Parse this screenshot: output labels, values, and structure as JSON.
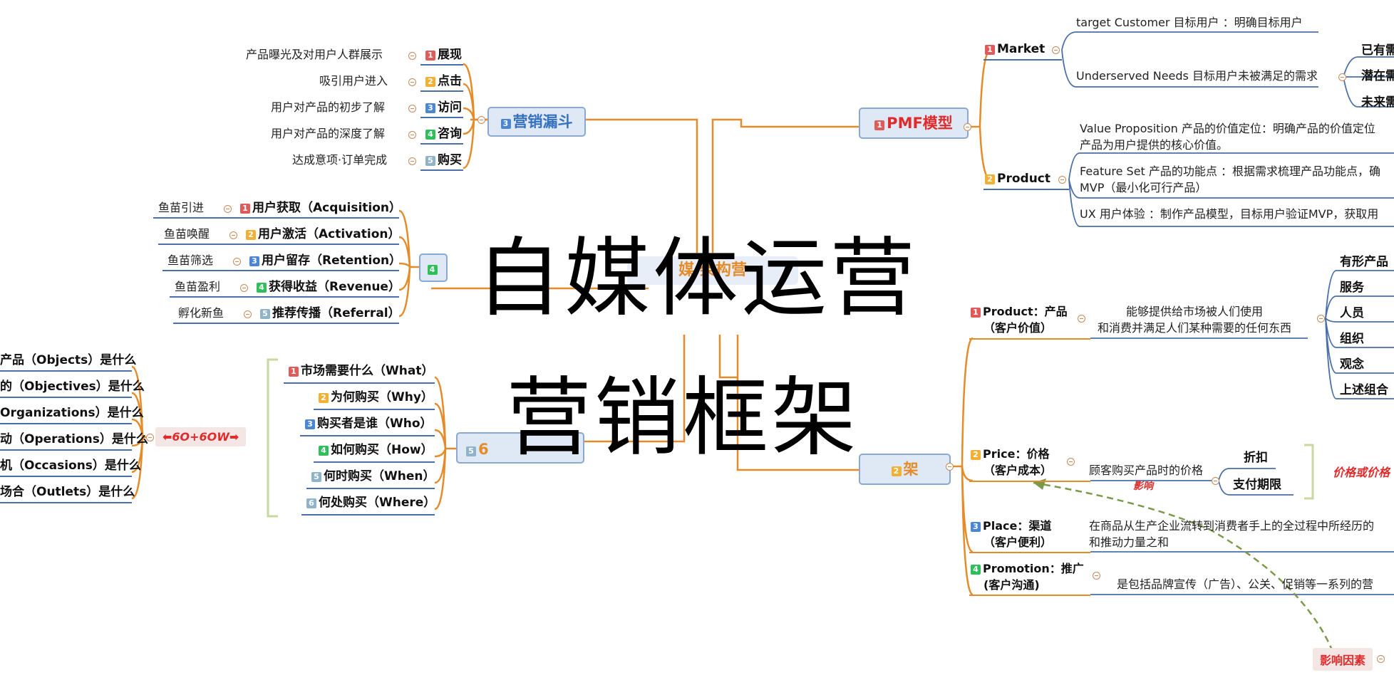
{
  "overlay": {
    "line1": "自媒体运营",
    "line2": "营销框架"
  },
  "center": {
    "label_fragment": "媒 架构营"
  },
  "funnel": {
    "title": "营销漏斗",
    "num": "3",
    "items": [
      {
        "num": "1",
        "label": "展现",
        "desc": "产品曝光及对用户人群展示"
      },
      {
        "num": "2",
        "label": "点击",
        "desc": "吸引用户进入"
      },
      {
        "num": "3",
        "label": "访问",
        "desc": "用户对产品的初步了解"
      },
      {
        "num": "4",
        "label": "咨询",
        "desc": "用户对产品的深度了解"
      },
      {
        "num": "5",
        "label": "购买",
        "desc": "达成意项·订单完成"
      }
    ]
  },
  "aarrr": {
    "num": "4",
    "items": [
      {
        "num": "1",
        "label": "用户获取（Acquisition）",
        "desc": "鱼苗引进"
      },
      {
        "num": "2",
        "label": "用户激活（Activation）",
        "desc": "鱼苗唤醒"
      },
      {
        "num": "3",
        "label": "用户留存（Retention）",
        "desc": "鱼苗筛选"
      },
      {
        "num": "4",
        "label": "获得收益（Revenue）",
        "desc": "鱼苗盈利"
      },
      {
        "num": "5",
        "label": "推荐传播（Referral）",
        "desc": "孵化新鱼"
      }
    ]
  },
  "six_o": {
    "num": "5",
    "title": "6",
    "pill": "⬅6O+6OW➡",
    "questions": [
      {
        "num": "1",
        "label": "市场需要什么（What）"
      },
      {
        "num": "2",
        "label": "为何购买（Why）"
      },
      {
        "num": "3",
        "label": "购买者是谁（Who）"
      },
      {
        "num": "4",
        "label": "如何购买（How）"
      },
      {
        "num": "5",
        "label": "何时购买（When）"
      },
      {
        "num": "6",
        "label": "何处购买（Where）"
      }
    ],
    "objects": [
      "产品（Objects）是什么",
      "的（Objectives）是什么",
      "Organizations）是什么",
      "动（Operations）是什么",
      "机（Occasions）是什么",
      "场合（Outlets）是什么"
    ]
  },
  "pmf": {
    "title": "PMF模型",
    "num": "1",
    "market": {
      "num": "1",
      "label": "Market",
      "target": "target Customer 目标用户   ：明确目标用户",
      "needs": "Underserved Needs 目标用户未被满足的需求",
      "needs_children": [
        "已有需",
        "潜在需",
        "未来需"
      ]
    },
    "product": {
      "num": "2",
      "label": "Product",
      "items": [
        [
          "Value Proposition 产品的价值定位：明确产品的价值定位",
          "产品为用户提供的核心价值。"
        ],
        [
          "Feature Set 产品的功能点  ：根据需求梳理产品功能点，确",
          "MVP（最小化可行产品）"
        ],
        [
          "UX 用户体验  ：制作产品模型，目标用户验证MVP，获取用"
        ]
      ]
    }
  },
  "four_p": {
    "num": "2",
    "title": "架",
    "items": [
      {
        "num": "1",
        "label": [
          "Product：产品",
          "（客户价值）"
        ],
        "desc": [
          "能够提供给市场被人们使用",
          "和消费并满足人们某种需要的任何东西"
        ],
        "children": [
          "有形产品",
          "服务",
          "人员",
          "组织",
          "观念",
          "上述组合"
        ]
      },
      {
        "num": "2",
        "label": [
          "Price：价格",
          "（客户成本）"
        ],
        "desc": [
          "顾客购买产品时的价格"
        ],
        "children": [
          "折扣",
          "支付期限"
        ],
        "tag": "价格或价格",
        "influence_note": "影响"
      },
      {
        "num": "3",
        "label": [
          "Place：渠道",
          "（客户便利）"
        ],
        "desc": [
          "在商品从生产企业流转到消费者手上的全过程中所经历的",
          "和推动力量之和"
        ]
      },
      {
        "num": "4",
        "label": [
          "Promotion：推广",
          "(客户沟通)"
        ],
        "desc": [
          "是包括品牌宣传（广告）、公关、促销等一系列的营"
        ]
      }
    ],
    "influence_factor": "影响因素"
  },
  "colors": {
    "accent_orange": "#e58b2a",
    "accent_blue": "#4a6fa8",
    "red": "#e02b2b"
  }
}
